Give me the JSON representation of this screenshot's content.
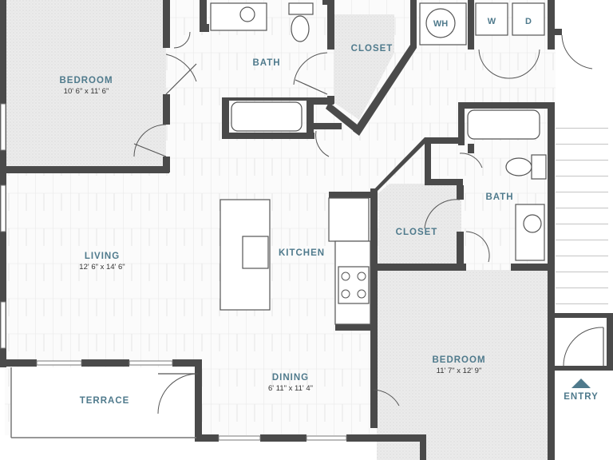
{
  "colors": {
    "wall": "#4a4a4a",
    "label": "#4f7a8c",
    "wood_floor": "#fafafa",
    "carpet": "#ececec",
    "terrace": "#ffffff"
  },
  "rooms": {
    "bedroom1": {
      "name": "BEDROOM",
      "dims": "10' 6\" x 11' 6\""
    },
    "bath1": {
      "name": "BATH"
    },
    "closet1": {
      "name": "CLOSET"
    },
    "living": {
      "name": "LIVING",
      "dims": "12' 6\" x 14' 6\""
    },
    "kitchen": {
      "name": "KITCHEN"
    },
    "closet2": {
      "name": "CLOSET"
    },
    "bath2": {
      "name": "BATH"
    },
    "bedroom2": {
      "name": "BEDROOM",
      "dims": "11' 7\" x 12' 9\""
    },
    "dining": {
      "name": "DINING",
      "dims": "6' 11\" x 11' 4\""
    },
    "terrace": {
      "name": "TERRACE"
    },
    "entry": {
      "name": "ENTRY"
    }
  },
  "appliances": {
    "water_heater": "WH",
    "washer": "W",
    "dryer": "D"
  },
  "icons": {
    "entry_marker": "triangle-up-icon"
  }
}
